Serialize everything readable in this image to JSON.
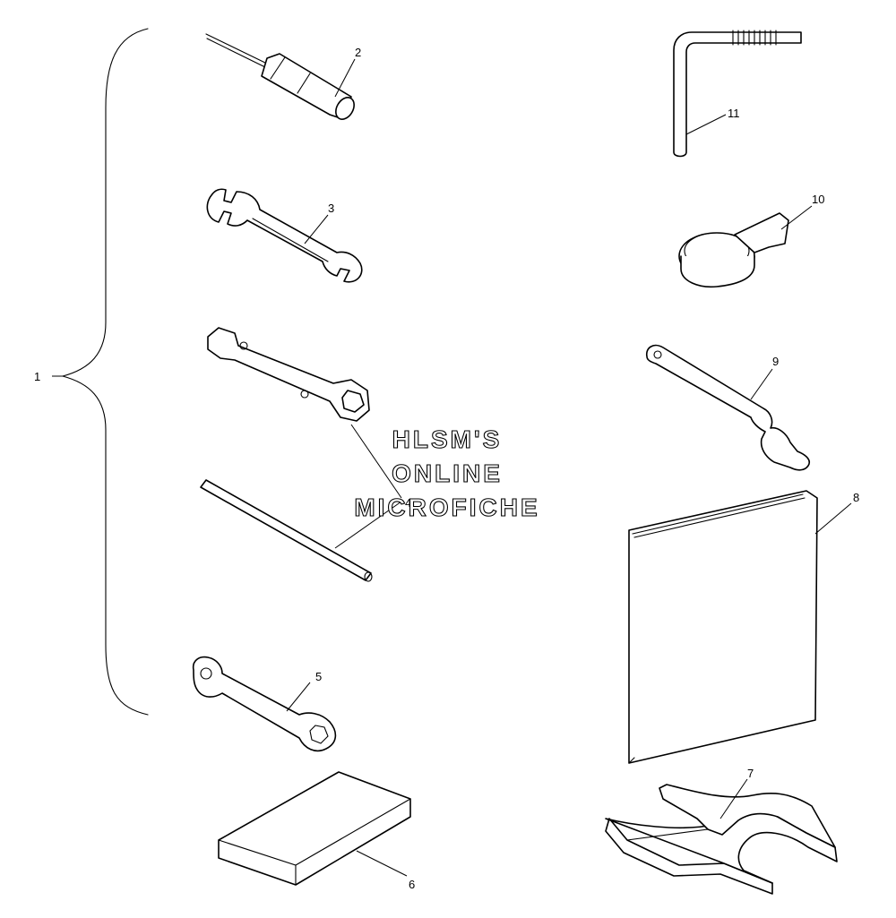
{
  "callouts": {
    "c1": "1",
    "c2": "2",
    "c3": "3",
    "c4": "4",
    "c5": "5",
    "c6": "6",
    "c7": "7",
    "c8": "8",
    "c9": "9",
    "c10": "10",
    "c11": "11"
  },
  "watermark": {
    "line1": "HLSM'S",
    "line2": "ONLINE",
    "line3": "MICROFICHE"
  }
}
